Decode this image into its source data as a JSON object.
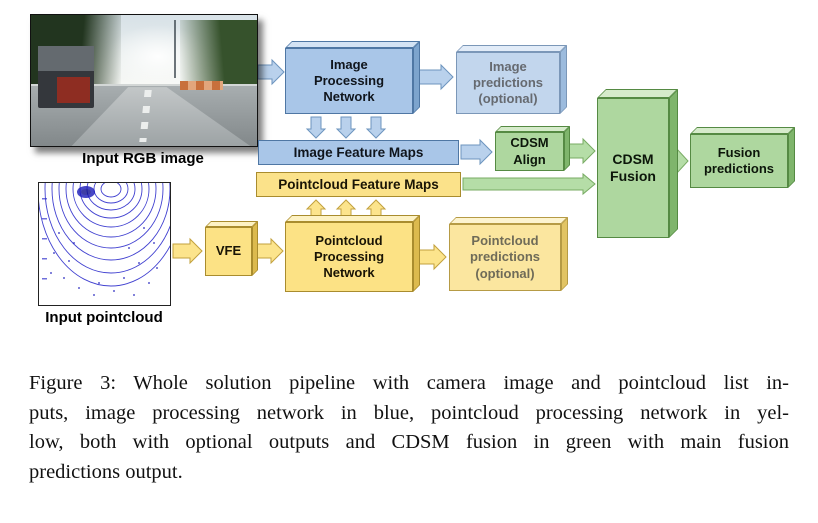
{
  "figure": {
    "input_rgb_label": "Input RGB image",
    "input_pointcloud_label": "Input pointcloud",
    "nodes": {
      "image_processing_network": "Image\nProcessing\nNetwork",
      "image_predictions": "Image\npredictions\n(optional)",
      "image_feature_maps": "Image Feature Maps",
      "pointcloud_feature_maps": "Pointcloud Feature Maps",
      "vfe": "VFE",
      "pointcloud_processing_network": "Pointcloud\nProcessing\nNetwork",
      "pointcloud_predictions": "Pointcloud\npredictions\n(optional)",
      "cdsm_align": "CDSM\nAlign",
      "cdsm_fusion": "CDSM\nFusion",
      "fusion_predictions": "Fusion\npredictions"
    },
    "colors": {
      "image_branch_blue": "#a9c6e8",
      "pointcloud_branch_yellow": "#fce285",
      "fusion_green": "#aed79f",
      "optional_text_gray": "#6b6b6b"
    }
  },
  "caption": {
    "lines": [
      "Figure 3: Whole solution pipeline with camera image and pointcloud list in-",
      "puts, image processing network in blue, pointcloud processing network in yel-",
      "low, both with optional outputs and CDSM fusion in green with main fusion",
      "predictions output."
    ]
  }
}
